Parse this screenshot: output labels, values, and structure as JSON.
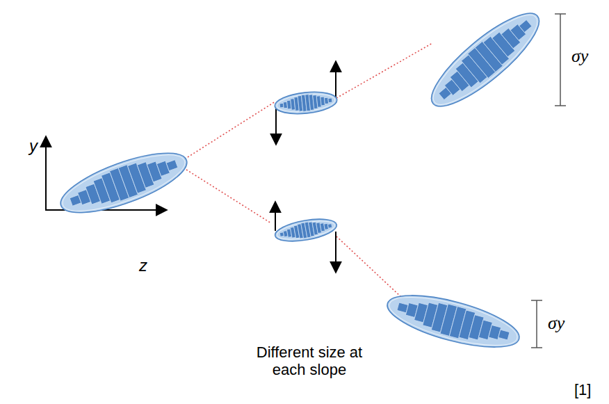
{
  "diagram": {
    "labels": [
      "y",
      "z",
      "σy",
      "σy",
      "Different size at each slope",
      "[1]"
    ]
  }
}
